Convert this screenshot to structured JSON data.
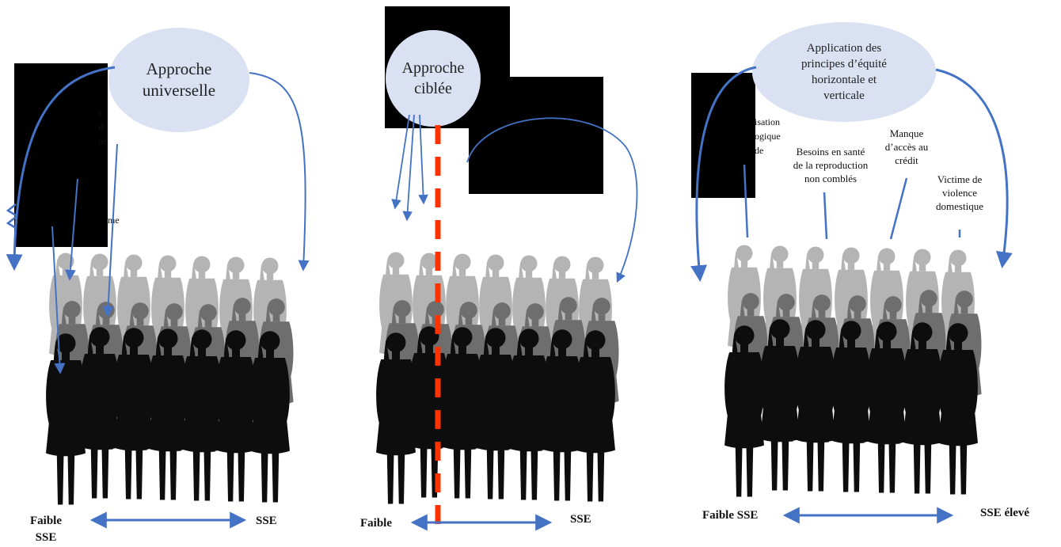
{
  "colors": {
    "bubble": "#d9e1f2",
    "arrow": "#4472c4",
    "divider": "#ff3300",
    "silhouette_dark": "#0d0d0d",
    "silhouette_mid": "#6e6e6e",
    "silhouette_light": "#b4b4b4"
  },
  "panel_universal": {
    "bubble_lines": [
      "Approche",
      "universelle"
    ],
    "partial_text": [
      "e",
      "il",
      "ue",
      "me"
    ],
    "left_label_lines": [
      "Faible",
      "SSE"
    ],
    "right_label": "SSE"
  },
  "panel_targeted": {
    "bubble_lines": [
      "Approche",
      "ciblée"
    ],
    "left_label": "Faible",
    "right_label": "SSE"
  },
  "panel_equity": {
    "bubble_lines": [
      "Application des",
      "principes d’équité",
      "horizontale et",
      "verticale"
    ],
    "partial_text": [
      "isation",
      "ogique",
      "de"
    ],
    "needs": [
      {
        "lines": [
          "Besoins en santé",
          "de la reproduction",
          "non comblés"
        ]
      },
      {
        "lines": [
          "Manque",
          "d’accès au",
          "crédit"
        ]
      },
      {
        "lines": [
          "Victime de",
          "violence",
          "domestique"
        ]
      }
    ],
    "left_label": "Faible SSE",
    "right_label": "SSE élevé"
  },
  "icons": {
    "women_group": "women-silhouette-group-icon",
    "arrow": "curved-arrow-icon"
  }
}
